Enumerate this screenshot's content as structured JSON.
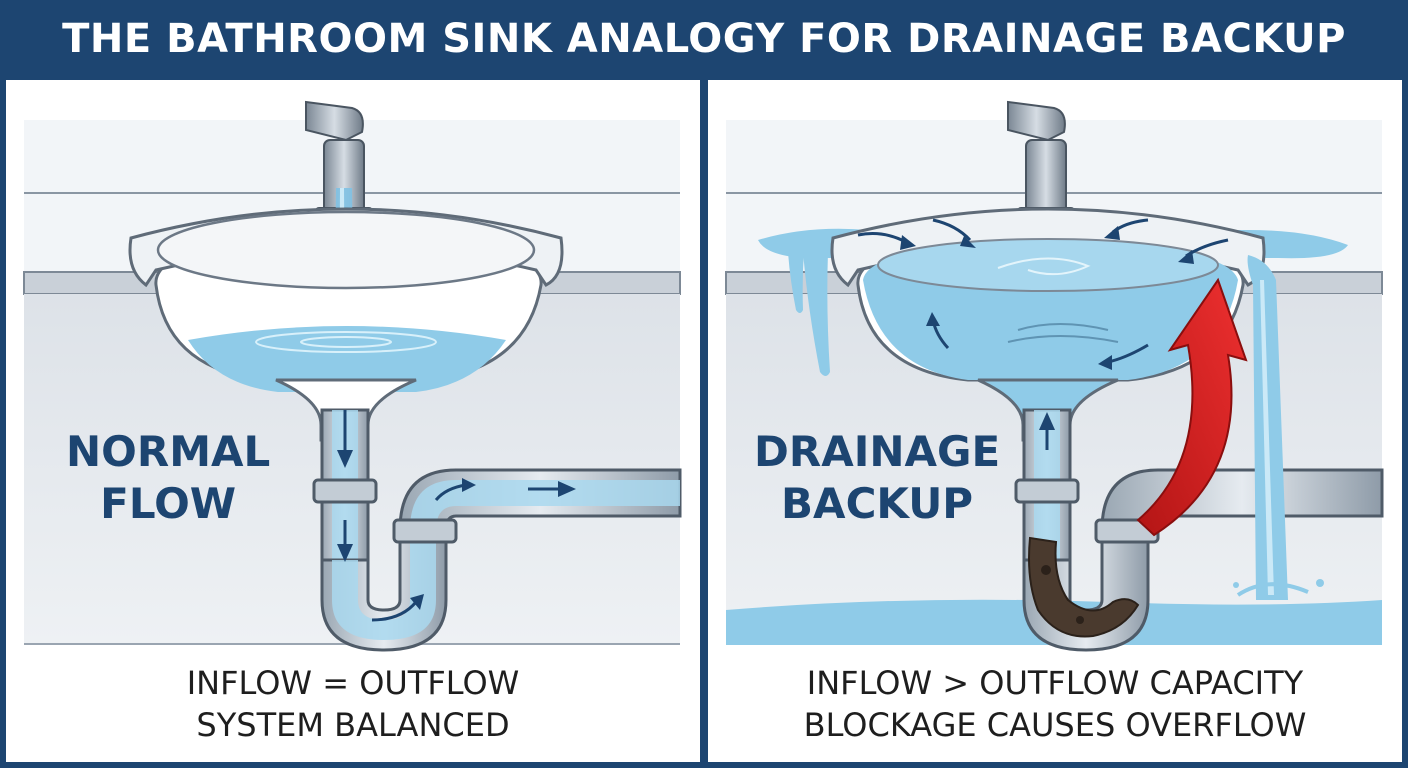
{
  "title": "THE BATHROOM SINK ANALOGY FOR DRAINAGE BACKUP",
  "colors": {
    "navy": "#1d4571",
    "water": "#8fcbe8",
    "water_light": "#bfe3f5",
    "arrow_navy": "#1d4571",
    "warning_red": "#d81e1e",
    "clog_brown": "#4a3a2e",
    "counter_gray": "#c8ced6"
  },
  "panels": {
    "left": {
      "label_line1": "NORMAL",
      "label_line2": "FLOW",
      "caption_line1": "INFLOW = OUTFLOW",
      "caption_line2": "SYSTEM BALANCED"
    },
    "right": {
      "label_line1": "DRAINAGE",
      "label_line2": "BACKUP",
      "caption_line1": "INFLOW > OUTFLOW CAPACITY",
      "caption_line2": "BLOCKAGE CAUSES OVERFLOW"
    }
  }
}
